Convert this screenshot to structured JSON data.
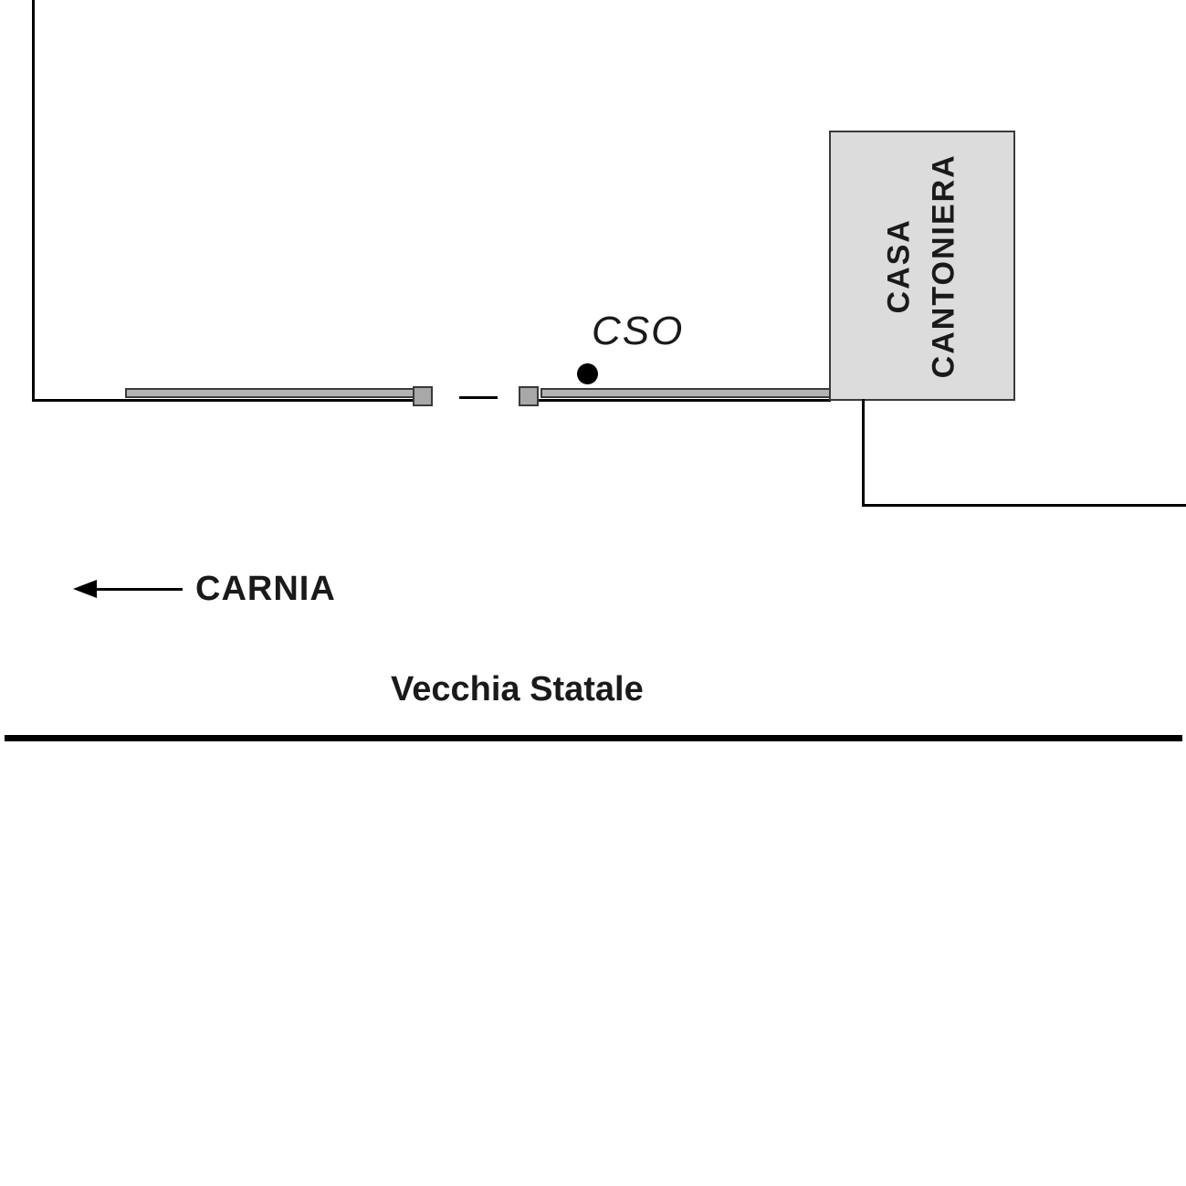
{
  "diagram": {
    "marker": {
      "label": "CSO"
    },
    "building": {
      "line1": "CASA",
      "line2": "CANTONIERA"
    },
    "direction": {
      "label": "CARNIA"
    },
    "road": {
      "label": "Vecchia Statale"
    },
    "colors": {
      "building_fill": "#dcdcdc",
      "barrier_fill": "#b3b3b3",
      "post_fill": "#a8a8a8",
      "line": "#000000"
    }
  }
}
